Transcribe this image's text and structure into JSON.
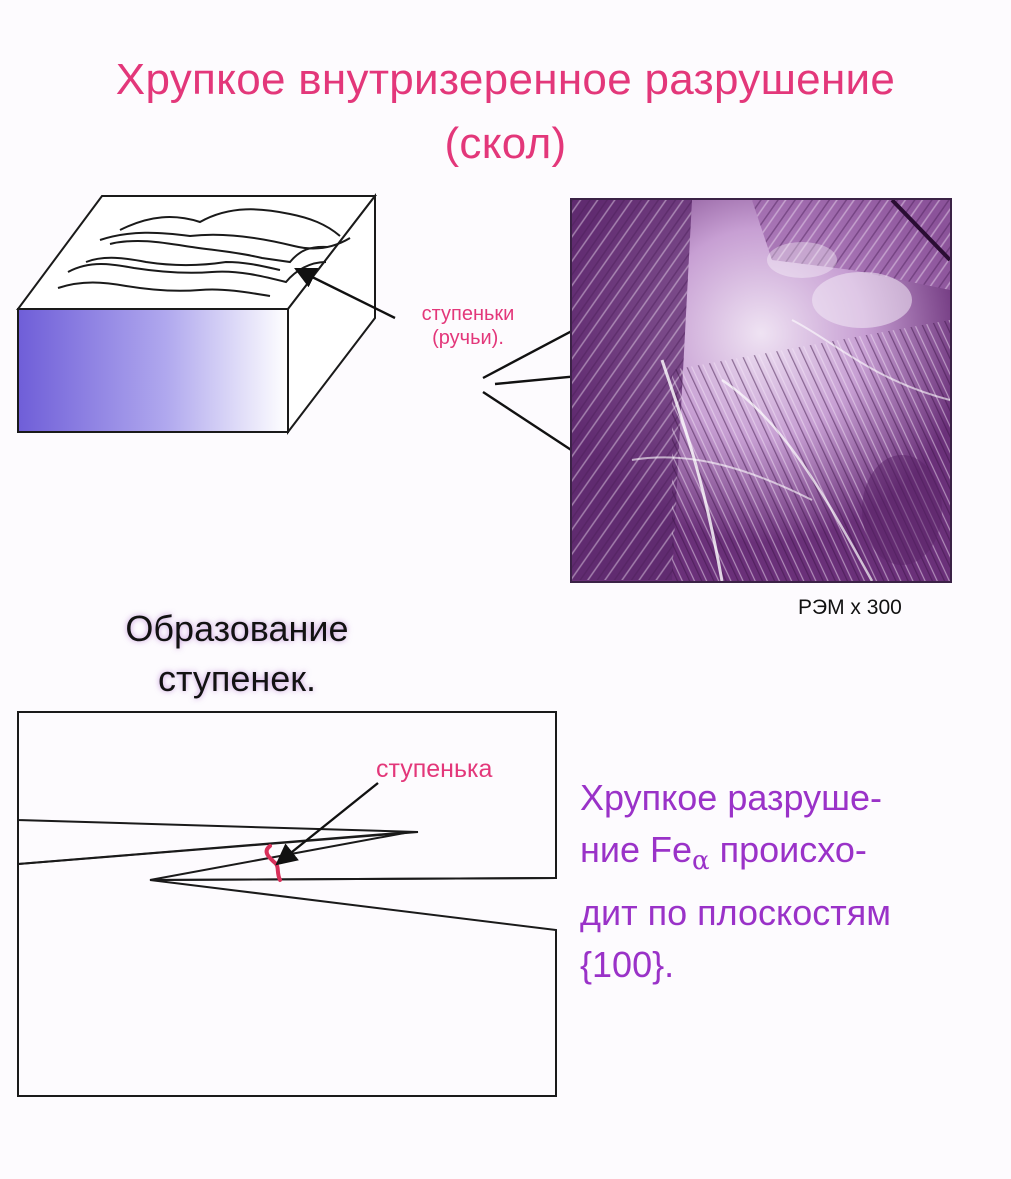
{
  "title": {
    "line1": "Хрупкое внутризеренное разрушение",
    "line2": "(скол)"
  },
  "labels": {
    "steps_line1": "ступеньки",
    "steps_line2": "(ручьи).",
    "sem_magnification": "РЭМ х 300",
    "single_step": "ступенька"
  },
  "subtitle": {
    "line1": "Образование",
    "line2": "ступенек."
  },
  "note": {
    "line1": "Хрупкое разруше-",
    "line2_a": "ние Fe",
    "line2_sub": "α",
    "line2_b": " происхо-",
    "line3": "дит по плоскостям",
    "line4": "{100}."
  },
  "colors": {
    "title": "#e3377a",
    "note": "#9a32c8",
    "block_gradient_start": "#6f5ed8",
    "block_gradient_end": "#ffffff",
    "sem_purple": "#7a3f8c",
    "step_mark": "#d8305a"
  }
}
